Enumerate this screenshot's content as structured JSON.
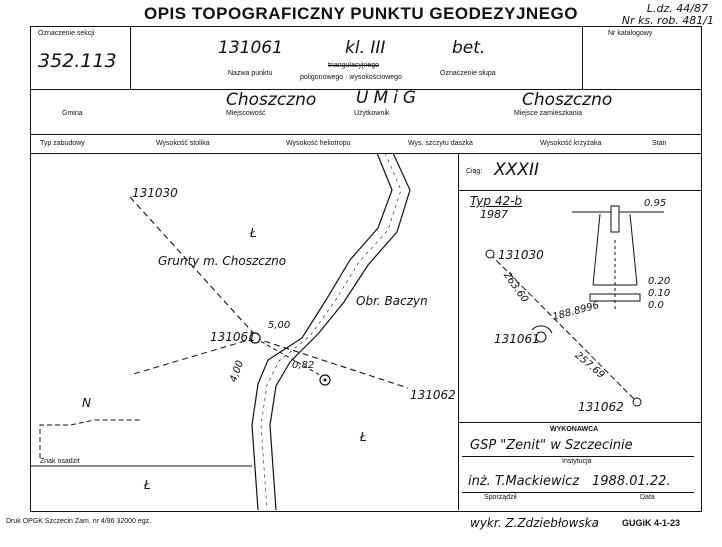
{
  "header": {
    "title": "OPIS TOPOGRAFICZNY PUNKTU GEODEZYJNEGO",
    "ref1": "L.dz. 44/87",
    "ref2": "Nr ks. rob. 481/1"
  },
  "row1": {
    "section_label": "Oznaczenie sekcji",
    "section_value": "352.113",
    "catalog_label": "Nr katalogowy",
    "point_name": "131061",
    "class": "kl. III",
    "marker": "bet.",
    "point_name_label": "Nazwa punktu",
    "triangulation_label": "triangulacyjnego",
    "polygon_label": "poligonowego · wysokościowego",
    "marker_label": "Oznaczenie słupa"
  },
  "row2": {
    "gmina_value": "Choszczno",
    "locality_value": "UMiG",
    "residence_value": "Choszczno",
    "gmina_label": "Gmina",
    "locality_label": "Miejscowość",
    "user_label": "Użytkownik",
    "residence_label": "Miejsce zamieszkania"
  },
  "row3": {
    "labels": [
      "Typ zabudowy",
      "Wysokość stolika",
      "Wysokość heliotropu",
      "Wys. szczytu daszka",
      "Wysokość krzyżaka",
      "Stan"
    ]
  },
  "sketch": {
    "pt_131030": "131030",
    "pt_131061": "131061",
    "pt_131062": "131062",
    "region1": "Grunty m. Choszczno",
    "region2": "Obr. Baczyn",
    "dist_500": "5,00",
    "dist_400": "4,00",
    "dist_082": "0,82",
    "mark_L1": "Ł",
    "mark_L2": "Ł",
    "mark_L3": "Ł",
    "mark_N": "N",
    "znak_osadzit": "Znak osadzit"
  },
  "right_panel": {
    "ciag_label": "Ciąg:",
    "ciag_value": "XXXII",
    "typ": "Typ 42-b",
    "year": "1987",
    "depth_095": "0.95",
    "h_020": "0.20",
    "h_010": "0.10",
    "h_00": "0.0",
    "pt_131030": "131030",
    "pt_131061": "131061",
    "pt_131062": "131062",
    "dist1": "263.60",
    "angle": "188.8996",
    "dist2": "257.69"
  },
  "execution": {
    "heading": "WYKONAWCA",
    "institution_value": "GSP \"Zenit\" w Szczecinie",
    "institution_label": "Instytucja",
    "author_value": "inż. T.Mackiewicz",
    "date_value": "1988.01.22.",
    "author_label": "Sporządził",
    "date_label": "Data"
  },
  "footer": {
    "print_info": "Druk OPGK Szczecin Zam. nr 4/86 32000 egz.",
    "drawn_by": "wykr. Z.Zdziebłowska",
    "form_code": "GUGiK 4-1-23"
  }
}
